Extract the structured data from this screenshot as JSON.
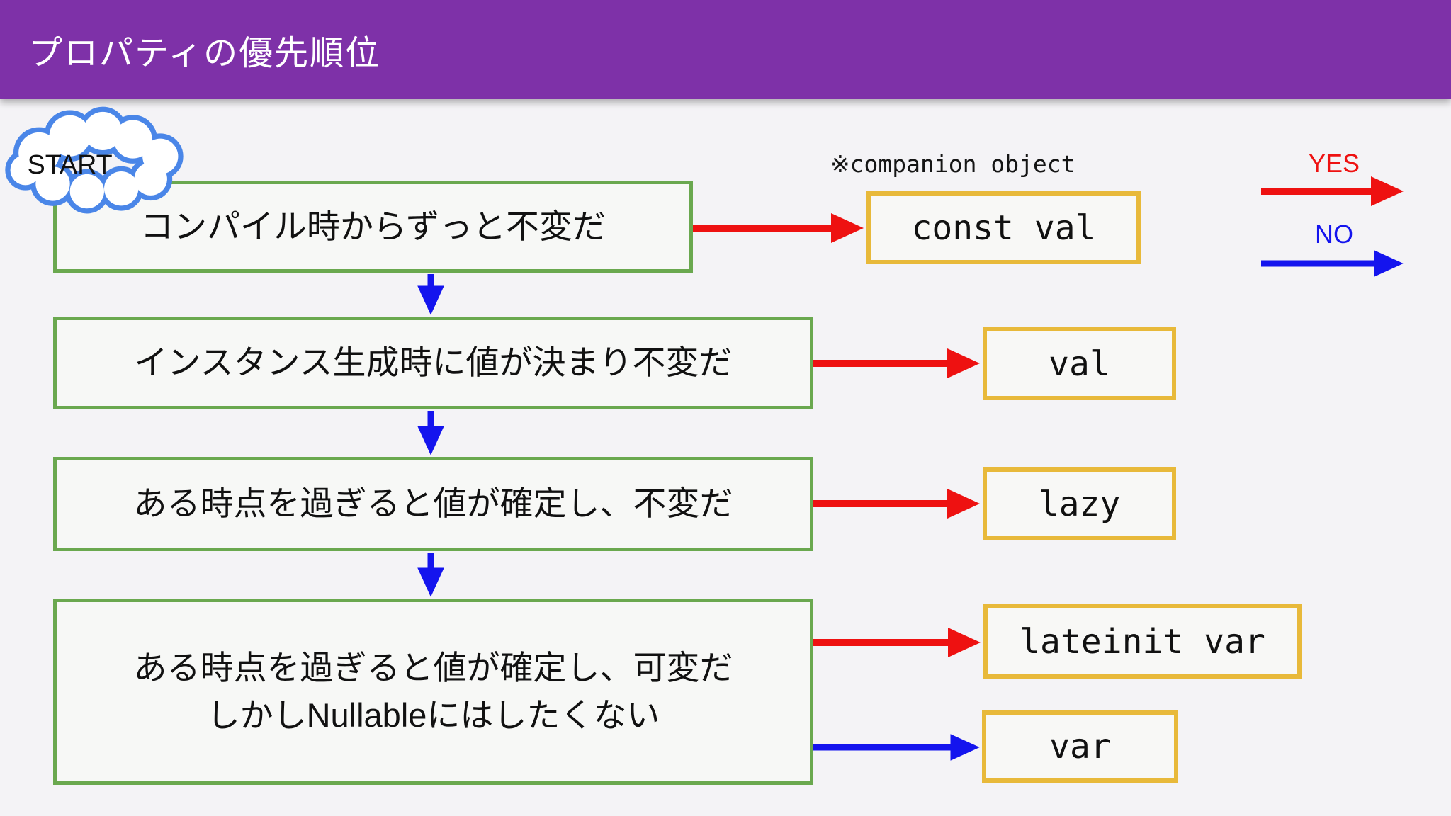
{
  "header": {
    "title": "プロパティの優先順位"
  },
  "start": {
    "label": "START"
  },
  "note": {
    "companion": "※companion object"
  },
  "legend": {
    "yes": "YES",
    "no": "NO"
  },
  "flow": {
    "questions": [
      {
        "text": "コンパイル時からずっと不変だ"
      },
      {
        "text": "インスタンス生成時に値が決まり不変だ"
      },
      {
        "text": "ある時点を過ぎると値が確定し、不変だ"
      },
      {
        "line1": "ある時点を過ぎると値が確定し、可変だ",
        "line2": "しかしNullableにはしたくない"
      }
    ],
    "answers": [
      {
        "label": "const val"
      },
      {
        "label": "val"
      },
      {
        "label": "lazy"
      },
      {
        "label": "lateinit var"
      },
      {
        "label": "var"
      }
    ]
  },
  "colors": {
    "header_purple": "#7e31a8",
    "question_border_green": "#6aa84f",
    "answer_border_yellow": "#e8b93a",
    "yes_red": "#ee1111",
    "no_blue": "#1414ee",
    "cloud_outline_blue": "#4a86e8",
    "background": "#f4f3f6"
  }
}
